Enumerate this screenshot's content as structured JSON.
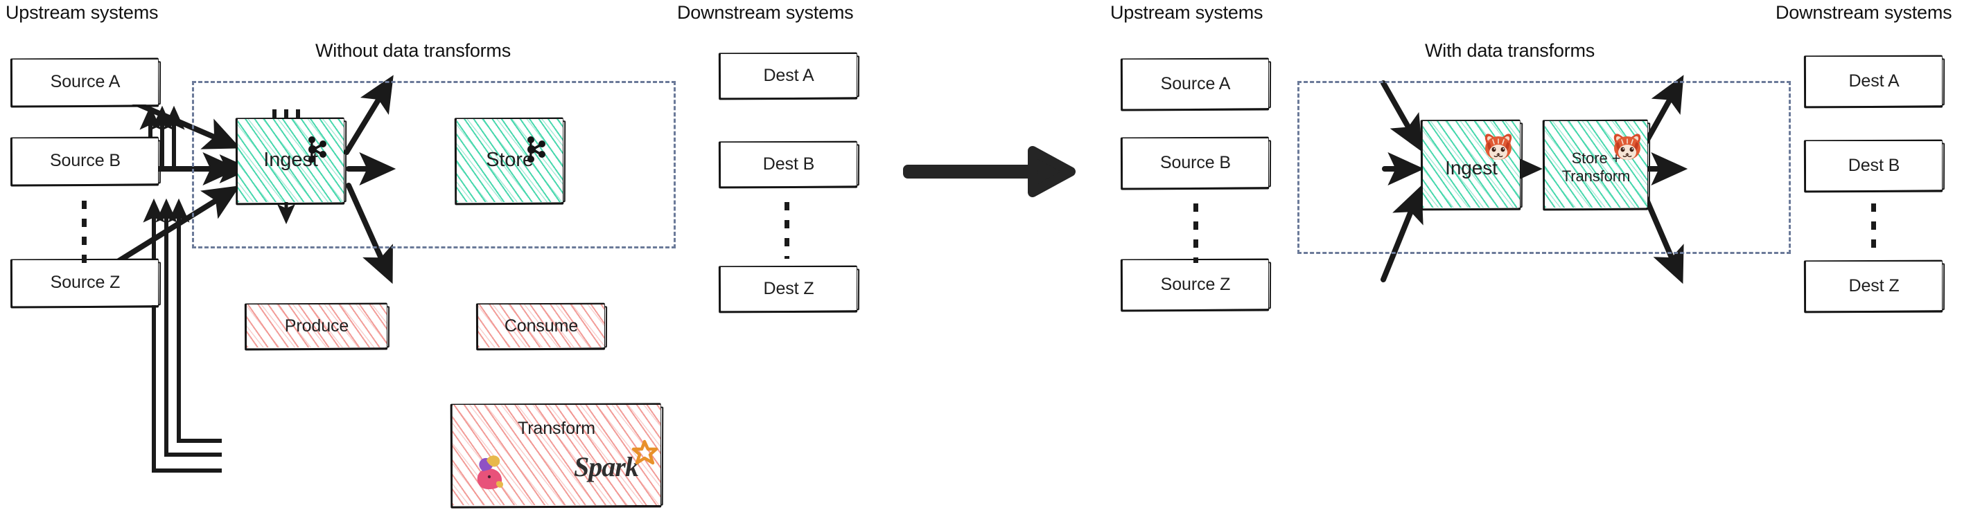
{
  "diagram": {
    "kind": "architecture-comparison",
    "transition_arrow": "thick-right-arrow",
    "accent_colors": {
      "streaming_hatch": "#40d6aa",
      "processing_hatch": "#f08c87",
      "boundary_dashed": "#6b7a99",
      "ink": "#1a1a1a",
      "spark_orange": "#e8912a",
      "redpanda_red": "#d94a2b"
    }
  },
  "panels": [
    {
      "id": "without-transforms",
      "title": "Without data transforms",
      "upstream_label": "Upstream systems",
      "downstream_label": "Downstream systems",
      "sources": [
        {
          "label": "Source A"
        },
        {
          "label": "Source B"
        },
        {
          "label": "Source Z"
        }
      ],
      "sources_ellipsis": "vertical-dots",
      "destinations": [
        {
          "label": "Dest A"
        },
        {
          "label": "Dest B"
        },
        {
          "label": "Dest Z"
        }
      ],
      "destinations_ellipsis": "vertical-dots",
      "platform_nodes": [
        {
          "label": "Ingest",
          "icon": "apache-kafka-icon",
          "fill": "streaming"
        },
        {
          "label": "Store",
          "icon": "apache-kafka-icon",
          "fill": "streaming"
        }
      ],
      "external_nodes": [
        {
          "label": "Produce",
          "fill": "processing"
        },
        {
          "label": "Consume",
          "fill": "processing"
        },
        {
          "label": "Transform",
          "fill": "processing",
          "icons": [
            "apache-flink-icon",
            "apache-spark-icon"
          ]
        }
      ],
      "spark_wordmark": "Spark"
    },
    {
      "id": "with-transforms",
      "title": "With data transforms",
      "upstream_label": "Upstream systems",
      "downstream_label": "Downstream systems",
      "sources": [
        {
          "label": "Source A"
        },
        {
          "label": "Source B"
        },
        {
          "label": "Source Z"
        }
      ],
      "sources_ellipsis": "vertical-dots",
      "destinations": [
        {
          "label": "Dest A"
        },
        {
          "label": "Dest B"
        },
        {
          "label": "Dest Z"
        }
      ],
      "destinations_ellipsis": "vertical-dots",
      "platform_nodes": [
        {
          "label": "Ingest",
          "icon": "redpanda-icon",
          "fill": "streaming"
        },
        {
          "label": "Store +\nTransform",
          "icon": "redpanda-icon",
          "fill": "streaming"
        }
      ],
      "external_nodes": []
    }
  ]
}
